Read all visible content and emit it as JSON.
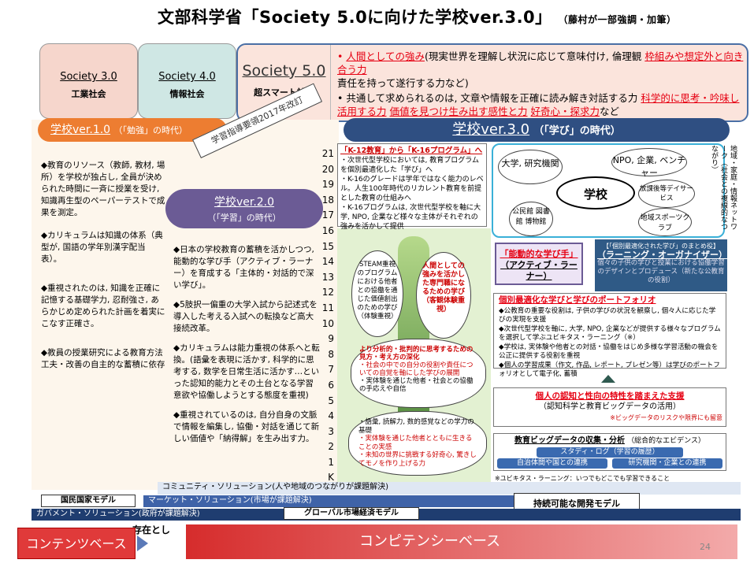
{
  "title": "文部科学省「Society 5.0に向けた学校ver.3.0」",
  "title_note": "（藤村が一部強調・加筆）",
  "eras": [
    {
      "name": "Society 3.0",
      "sub": "工業社会"
    },
    {
      "name": "Society 4.0",
      "sub": "情報社会"
    },
    {
      "name": "Society 5.0",
      "sub": "超スマート社会"
    }
  ],
  "s5_bullets": {
    "b1_red": "人間としての強み",
    "b1_text": "(現実世界を理解し状況に応じて意味付け, 倫理観",
    "b1_red2": "枠組みや想定外と向き合う力",
    "b1_text2": "責任を持って遂行する力など)",
    "b2_text": "共通して求められるのは, 文章や情報を正確に読み解き対話する力",
    "b2_red": "科学的に思考・吟味し活用する力",
    "b2_red2": "価値を見つけ生み出す感性と力",
    "b2_red3": "好奇心・探求力",
    "b2_tail": "など"
  },
  "v1": {
    "title": "学校ver.1.0",
    "sub": "（「勉強」の時代）"
  },
  "v2": {
    "title": "学校ver.2.0",
    "sub": "（「学習」の時代）"
  },
  "v3": {
    "title": "学校ver.3.0",
    "sub": "（「学び」の時代）"
  },
  "revise_label": "学習指導要領2017年改訂",
  "col1": [
    "◆教育のリソース（教師, 教材, 場所）を学校が独占し, 全員が決められた時間に一斉に授業を受け, 知識再生型のペーパーテストで成果を測定。",
    "◆カリキュラムは知識の体系（典型が, 国語の学年別漢字配当表）。",
    "◆重視されたのは, 知識を正確に記憶する基礎学力, 忍耐強さ, あらかじめ定められた計画を着実にこなす正確さ。",
    "◆教員の授業研究による教育方法工夫・改善の自主的な蓄積に依存"
  ],
  "col2": [
    "◆日本の学校教育の蓄積を活かしつつ, 能動的な学び手（アクティブ・ラーナー）を育成する「主体的・対話的で深い学び」。",
    "◆5肢択一偏重の大学入試から記述式を導入した考える入試への転換など高大接続改革。",
    "◆カリキュラムは能力重視の体系へと転換。(語彙を表現に活かす, 科学的に思考する, 数学を日常生活に活かす…といった認知的能力とその土台となる学習意欲や協働しようとする態度を重視)",
    "◆重視されているのは, 自分自身の文脈で情報を編集し, 協働・対話を通じて新しい価値や「納得解」を生み出す力。"
  ],
  "grades": [
    "21",
    "20",
    "19",
    "18",
    "17",
    "16",
    "15",
    "14",
    "13",
    "12",
    "11",
    "10",
    "9",
    "8",
    "7",
    "6",
    "5",
    "4",
    "3",
    "2",
    "1",
    "K"
  ],
  "k16": {
    "head": "「K-12教育」から「K-16プログラム」へ",
    "lines": [
      "・次世代型学校においては, 教育プログラムを個別最適化した「学び」へ",
      "・K-16のグレードは学年ではなく能力のレベル。人生100年時代のリカレント教育を前提とした教育の仕組みへ",
      "・K-16プログラムは, 次世代型学校を軸に大学, NPO, 企業など様々な主体がそれぞれの強みを活かして提供"
    ]
  },
  "network": {
    "nodes": [
      "大学, 研究機関",
      "NPO, 企業, ベンチャー",
      "学校",
      "放課後等デイサービス",
      "公民館 図書館 博物館",
      "地域スポーツクラブ"
    ],
    "side": "地域・家庭・情報ネットワーク（社会との複線的なつながり）"
  },
  "active": {
    "l1": "「能動的な学び手」",
    "l2": "（アクティブ・ラーナー）"
  },
  "org": {
    "head": "【「個別最適化された学び」のまとめ役】",
    "name": "（ラーニング・オーガナイザー）",
    "desc": "個々の子供の学びと授業における協働学習のデザインとプロデュース（新たな公教育の役割）"
  },
  "portfolio": {
    "head": "個別最適化な学びと学びのポートフォリオ",
    "lines": [
      "◆公教育の重要な役割は, 子供の学びの状況を観察し, 個々人に応じた学びの実現を支援",
      "◆次世代型学校を軸に, 大学, NPO, 企業などが提供する様々なプログラムを選択して学ぶユビキタス・ラーニング（※）",
      "◆学校は, 実体験や他者との対話・協働をはじめ多様な学習活動の機会を公正に提供する役割を重視",
      "◆個人の学習成果（作文, 作品, レポート, プレゼン等）は学びのポートフォリオとして電子化, 蓄積"
    ]
  },
  "support": {
    "head": "個人の認知と性向の特性を踏まえた支援",
    "sub": "（認知科学と教育ビッグデータの活用）",
    "note": "※ビッグデータのリスクや限界にも留意"
  },
  "bigdata": {
    "head": "教育ビッグデータの収集・分析",
    "head_sub": "（総合的なエビデンス）",
    "log": "スタディ・ログ（学習の履歴）",
    "link1": "自治体間や国との連携",
    "link2": "研究機関・企業との連携",
    "note": "※ユビキタス・ラーニング：いつでもどこでも学習できること"
  },
  "tree_texts": {
    "steam": "STEAM重視のプログラムにおける他者との協働を通じた価値創出のための学び（体験重視）",
    "human": "人間としての強みを活かした専門職になるための学び（客観体験重視）",
    "analysis": "より分析的・批判的に思考するための見方・考え方の深化",
    "analysis2": "・社会の中での自分の役割や責任についての自覚を軸にした学びの展開",
    "analysis3": "・実体験を通じた他者・社会との協働の手応えや自信",
    "base1": "・語彙, 読解力, 数的感覚などの学力の基礎",
    "base2": "・実体験を通じた他者とともに生きることの実感",
    "base3": "・未知の世界に挑戦する好奇心, 驚きしてモノを作り上げる力"
  },
  "bottom": {
    "community": "コミュニティ・ソリューション(人や地域のつながりが課題解決)",
    "nation": "国民国家モデル",
    "market": "マーケット・ソリューション(市場が課題解決)",
    "sdg": "持続可能な開発モデル",
    "gov": "ガバメント・ソリューション(政府が課題解決)",
    "global": "グローバル市場経済モデル",
    "partial": "存在とし",
    "content": "コンテンツベース",
    "competency": "コンピテンシーベース",
    "page": "24"
  }
}
